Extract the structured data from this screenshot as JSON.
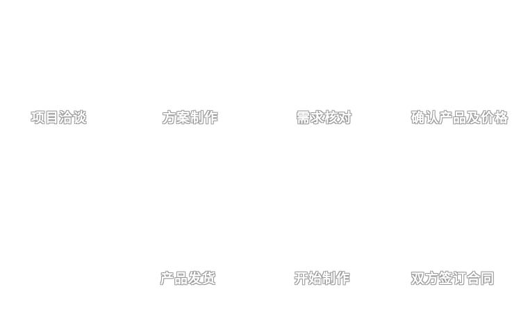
{
  "flow": {
    "steps": [
      {
        "label": "项目洽谈"
      },
      {
        "label": "方案制作"
      },
      {
        "label": "需求核对"
      },
      {
        "label": "确认产品及价格"
      },
      {
        "label": "双方签订合同"
      },
      {
        "label": "开始制作"
      },
      {
        "label": "产品发货"
      }
    ]
  },
  "colors": {
    "background": "#ffffff",
    "label_fill": "#ffffff",
    "label_outline": "#9a9a9a"
  }
}
